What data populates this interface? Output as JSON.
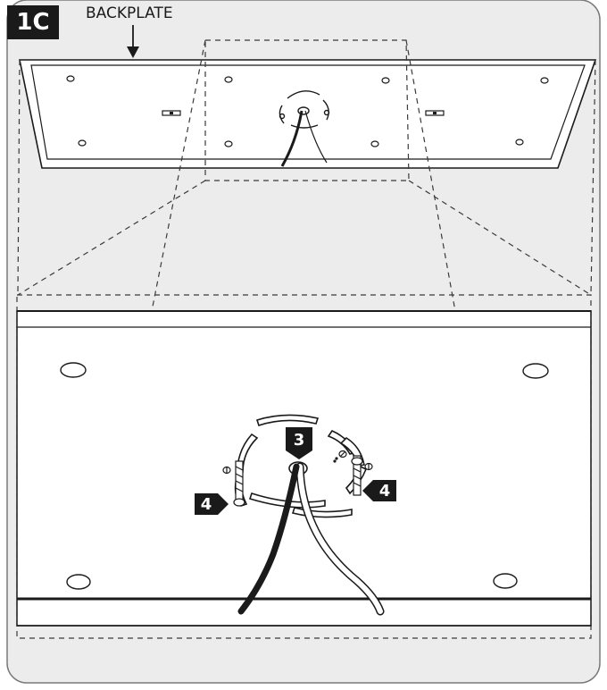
{
  "step": {
    "number": "1C"
  },
  "labels": {
    "backplate": "BACKPLATE"
  },
  "callouts": {
    "wire_hole": "3",
    "screw_left": "4",
    "screw_right": "4"
  },
  "colors": {
    "outline": "#1a1a1a",
    "panel_bg": "#ececec",
    "plate_fill": "#ffffff",
    "badge": "#1a1a1a"
  }
}
